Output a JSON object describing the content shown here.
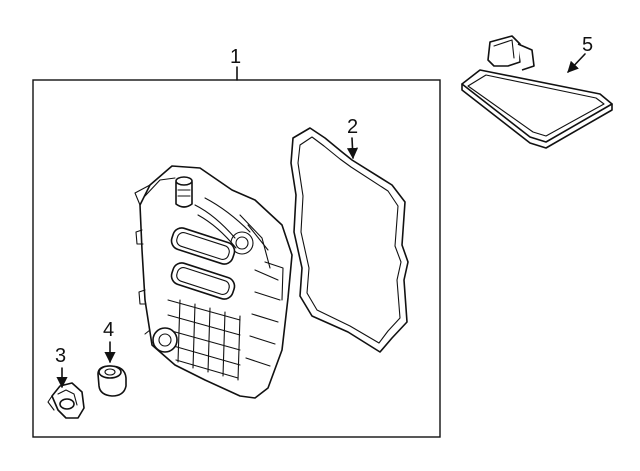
{
  "diagram": {
    "callouts": [
      "1",
      "2",
      "3",
      "4",
      "5"
    ]
  }
}
